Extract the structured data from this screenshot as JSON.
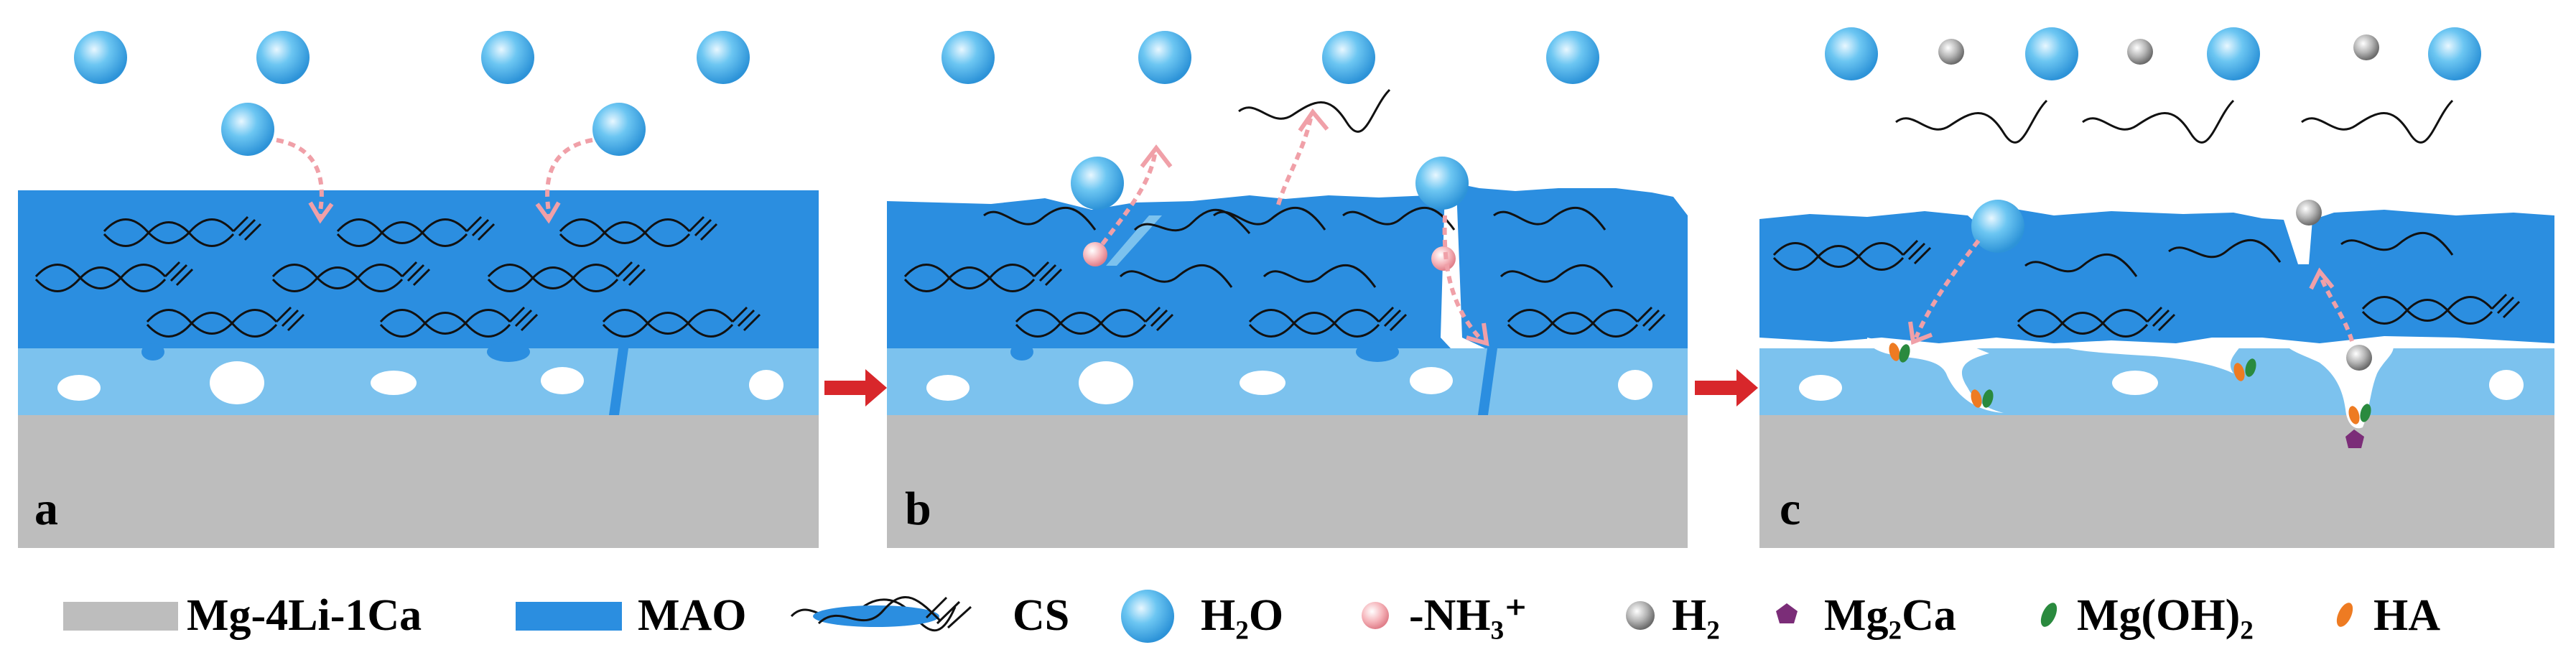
{
  "panels": [
    {
      "label": "a"
    },
    {
      "label": "b"
    },
    {
      "label": "c"
    }
  ],
  "legend": {
    "substrate": {
      "label": "Mg-4Li-1Ca"
    },
    "mao": {
      "label": "MAO"
    },
    "cs": {
      "label": "CS"
    },
    "water": {
      "label": "H₂O"
    },
    "amine": {
      "label": "-NH₃⁺"
    },
    "hydrogen": {
      "label": "H₂"
    },
    "mg2ca": {
      "label": "Mg₂Ca"
    },
    "mgoh2": {
      "label": "Mg(OH)₂"
    },
    "ha": {
      "label": "HA"
    }
  },
  "colors": {
    "substrate": "#bdbdbd",
    "mao_outer": "#2b8ee0",
    "mao_inner": "#7cc2ee",
    "water": "#5ab8ec",
    "amine": "#f2a0a8",
    "hydrogen": "#9a9a9a",
    "mg2ca": "#7b2d78",
    "mgoh2": "#2a8a3e",
    "ha": "#ee7b22",
    "arrow": "#d8272b",
    "path_arrow": "#f0a0a8"
  }
}
